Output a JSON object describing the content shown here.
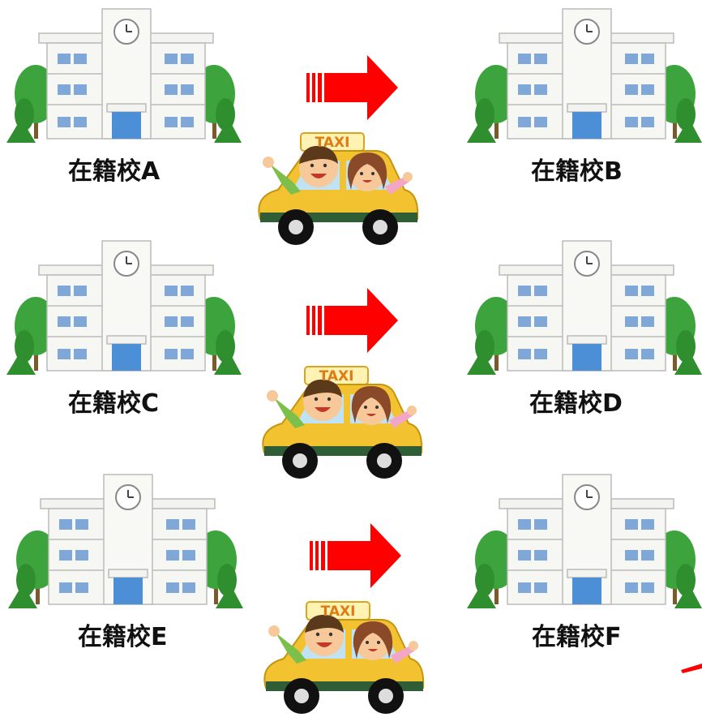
{
  "schools": {
    "a": {
      "label": "在籍校A"
    },
    "b": {
      "label": "在籍校B"
    },
    "c": {
      "label": "在籍校C"
    },
    "d": {
      "label": "在籍校D"
    },
    "e": {
      "label": "在籍校E"
    },
    "f": {
      "label": "在籍校F"
    }
  },
  "taxi": {
    "sign_text": "TAXI"
  },
  "colors": {
    "arrow": "#ff0000",
    "taxi_body": "#f2c230",
    "tree": "#3da33d",
    "window": "#7fa8d8",
    "door": "#4d8fd6"
  },
  "icons": [
    "school-building-icon",
    "tree-icon",
    "clock-icon",
    "red-arrow-icon",
    "taxi-icon",
    "boy-icon",
    "girl-icon"
  ]
}
